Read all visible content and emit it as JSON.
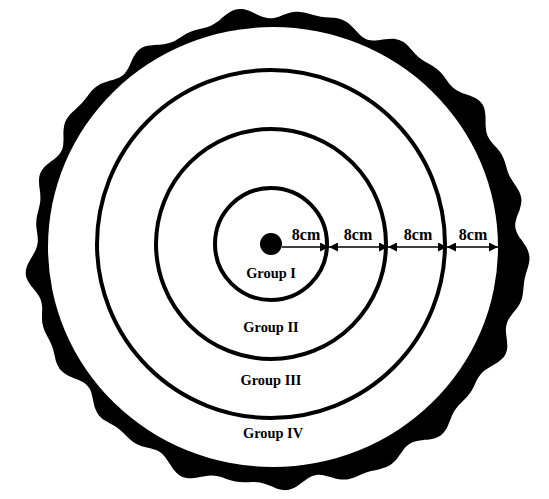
{
  "diagram": {
    "nodes": [
      {
        "text": [
          "Group IV"
        ]
      },
      {
        "text": [
          "Group III"
        ],
        "in": 0
      },
      {
        "text": [
          "Group II"
        ],
        "in": 1
      },
      {
        "text": [
          "Group I"
        ],
        "in": 2
      }
    ],
    "labels": [
      "8cm",
      "8cm",
      "8cm",
      "8cm"
    ]
  }
}
